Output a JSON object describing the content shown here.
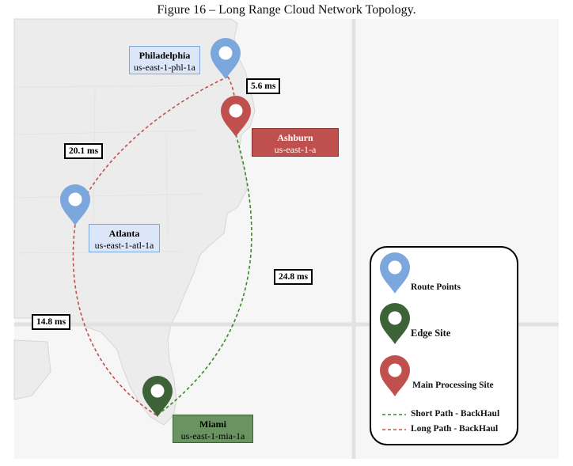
{
  "caption": "Figure 16 – Long Range Cloud Network Topology.",
  "sites": {
    "philadelphia": {
      "name": "Philadelphia",
      "id": "us-east-1-phl-1a"
    },
    "ashburn": {
      "name": "Ashburn",
      "id": "us-east-1-a"
    },
    "atlanta": {
      "name": "Atlanta",
      "id": "us-east-1-atl-1a"
    },
    "miami": {
      "name": "Miami",
      "id": "us-east-1-mia-1a"
    }
  },
  "latencies": {
    "phl_ashburn": "5.6 ms",
    "phl_atlanta": "20.1 ms",
    "ashburn_miami": "24.8 ms",
    "atlanta_miami": "14.8 ms"
  },
  "legend": {
    "route_points": "Route Points",
    "edge_site": "Edge Site",
    "main_site": "Main Processing Site",
    "short_path": "Short Path - BackHaul",
    "long_path": "Long Path - BackHaul"
  },
  "colors": {
    "route_pin": "#7ca7dd",
    "edge_pin": "#3d6237",
    "main_pin": "#c0504d",
    "short_path": "#3a8a26",
    "long_path": "#c0504d",
    "route_box_bg": "#dbe7f8",
    "route_box_border": "#7ca7dd",
    "edge_box_bg": "#6a9362",
    "main_box_bg": "#c0504d",
    "land": "#ececec",
    "water": "#f6f6f6"
  }
}
